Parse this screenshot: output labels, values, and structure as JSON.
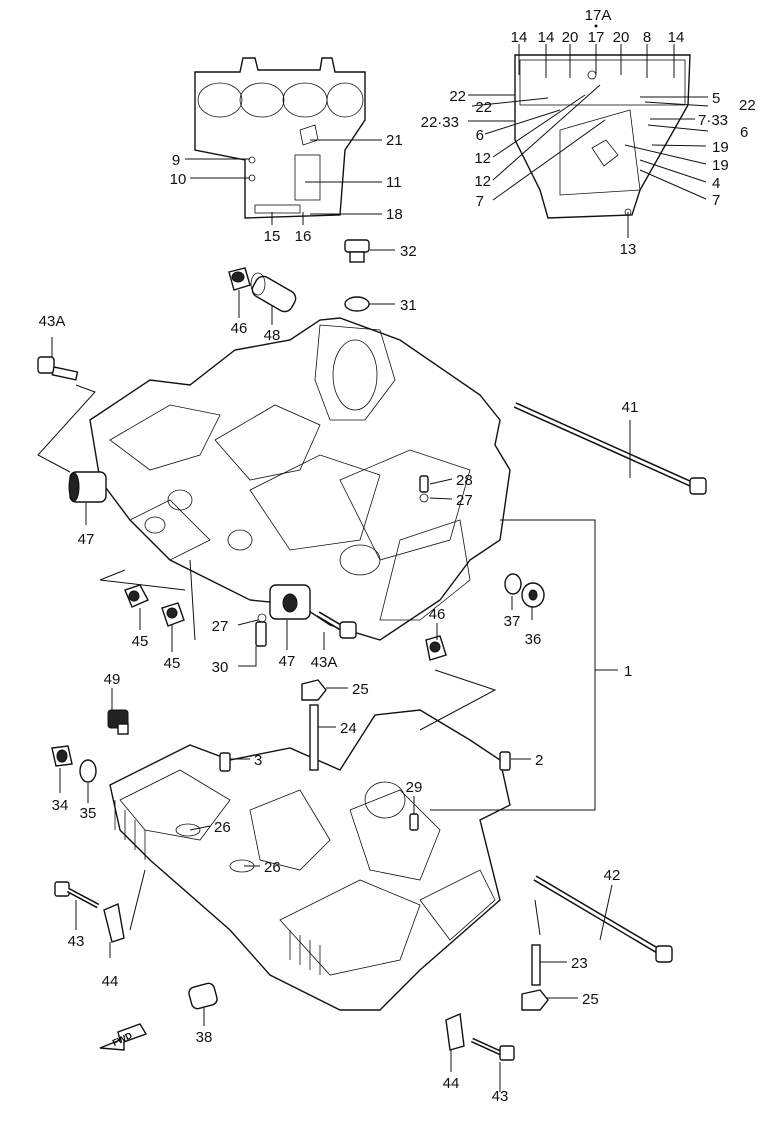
{
  "labels": {
    "l17a": "17A",
    "l14a": "14",
    "l14b": "14",
    "l20a": "20",
    "l17": "17",
    "l20b": "20",
    "l8": "8",
    "l14c": "14",
    "l22a": "22",
    "l22b": "22",
    "l22_33": "22·33",
    "l6a": "6",
    "l12a": "12",
    "l12b": "12",
    "l7a": "7",
    "l5": "5",
    "l22c": "22",
    "l7_33": "7·33",
    "l6b": "6",
    "l19a": "19",
    "l19b": "19",
    "l4": "4",
    "l7b": "7",
    "l13": "13",
    "l9": "9",
    "l10": "10",
    "l21": "21",
    "l11": "11",
    "l18": "18",
    "l15": "15",
    "l16": "16",
    "l32": "32",
    "l31": "31",
    "l46a": "46",
    "l48": "48",
    "l43a_top": "43A",
    "l41": "41",
    "l47a": "47",
    "l28": "28",
    "l27a": "27",
    "l27b": "27",
    "l45a": "45",
    "l45b": "45",
    "l30": "30",
    "l47b": "47",
    "l43a_mid": "43A",
    "l46b": "46",
    "l37": "37",
    "l36": "36",
    "l1": "1",
    "l49": "49",
    "l25a": "25",
    "l24": "24",
    "l3": "3",
    "l2": "2",
    "l34": "34",
    "l35": "35",
    "l29": "29",
    "l26a": "26",
    "l26b": "26",
    "l42": "42",
    "l43a": "43",
    "l44a": "44",
    "l23": "23",
    "l25b": "25",
    "l38": "38",
    "l44b": "44",
    "l43b": "43"
  },
  "fwd_text": "FWD"
}
